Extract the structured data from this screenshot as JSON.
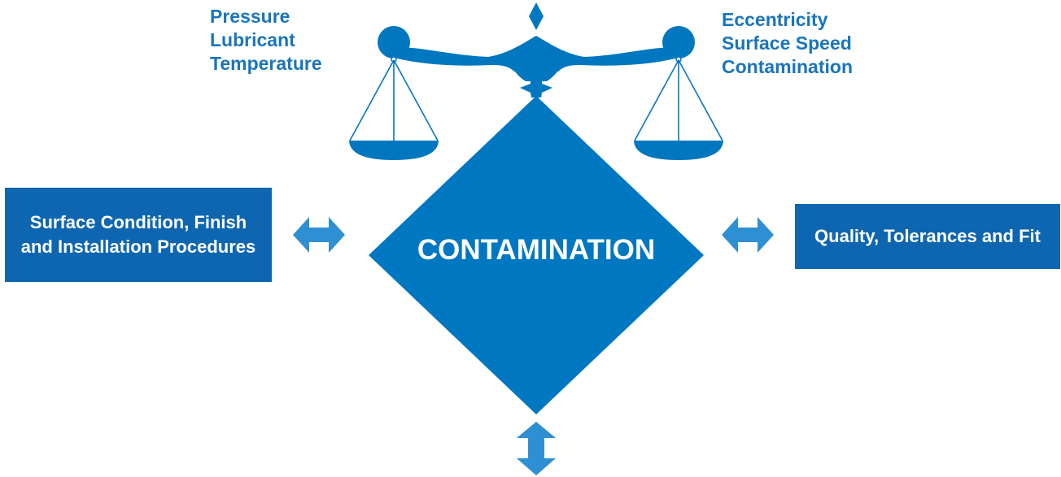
{
  "center": {
    "label": "CONTAMINATION"
  },
  "scale": {
    "left_factors": [
      "Pressure",
      "Lubricant",
      "Temperature"
    ],
    "right_factors": [
      "Eccentricity",
      "Surface Speed",
      "Contamination"
    ]
  },
  "side_boxes": {
    "left": "Surface Condition, Finish and Installation Procedures",
    "right": "Quality, Tolerances and Fit"
  },
  "colors": {
    "diamond": "#0078c1",
    "scale": "#0077bf",
    "box": "#0e66b0",
    "arrow": "#2e8fd2",
    "text": "#1a75bb"
  },
  "icons": {
    "balance": "balance-scale-icon",
    "left_arrow": "double-arrow-horizontal-icon",
    "right_arrow": "double-arrow-horizontal-icon",
    "bottom_arrow": "double-arrow-vertical-icon"
  }
}
